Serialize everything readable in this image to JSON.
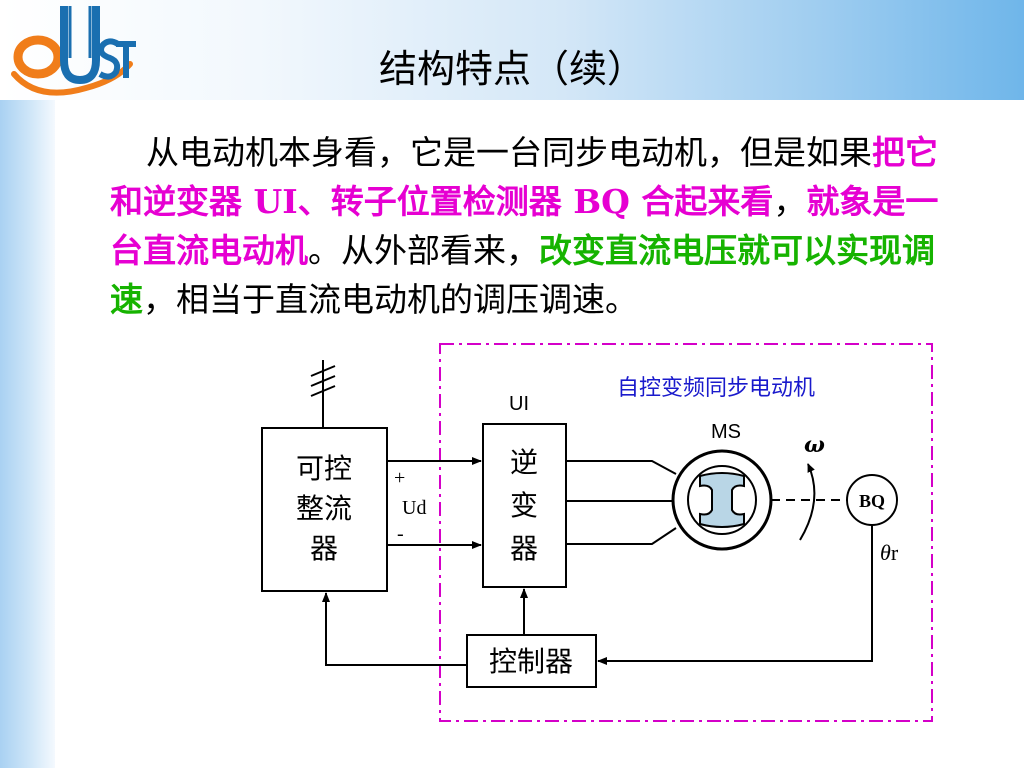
{
  "title": "结构特点（续）",
  "paragraph": {
    "p1": "从电动机本身看，它是一台同步电动机，但是如果",
    "p2": "把它和逆变器 UI、转子位置检测器  BQ 合起来看",
    "p3": "，",
    "p4": "就象是一台直流电动机",
    "p5": "。从外部看来，",
    "p6": "改变直流电压就可以实现调速",
    "p7": "，相当于直流电动机的调压调速。"
  },
  "diagram": {
    "group_label": "自控变频同步电动机",
    "rectifier": [
      "可控",
      "整流",
      "器"
    ],
    "inverter": [
      "逆",
      "变",
      "器"
    ],
    "inverter_tag": "UI",
    "controller": "控制器",
    "motor_tag": "MS",
    "omega": "ω",
    "bq": "BQ",
    "theta": "θ",
    "theta_sub": "r",
    "plus": "+",
    "ud": "Ud",
    "minus": "-"
  },
  "logo": {
    "text": "QUST",
    "color_orange": "#f07d1a",
    "color_blue": "#1a6fb0"
  },
  "colors": {
    "highlight_magenta": "#e600d2",
    "highlight_green": "#16b300",
    "dashed_box": "#d400c8",
    "group_label": "#1a1acc"
  }
}
